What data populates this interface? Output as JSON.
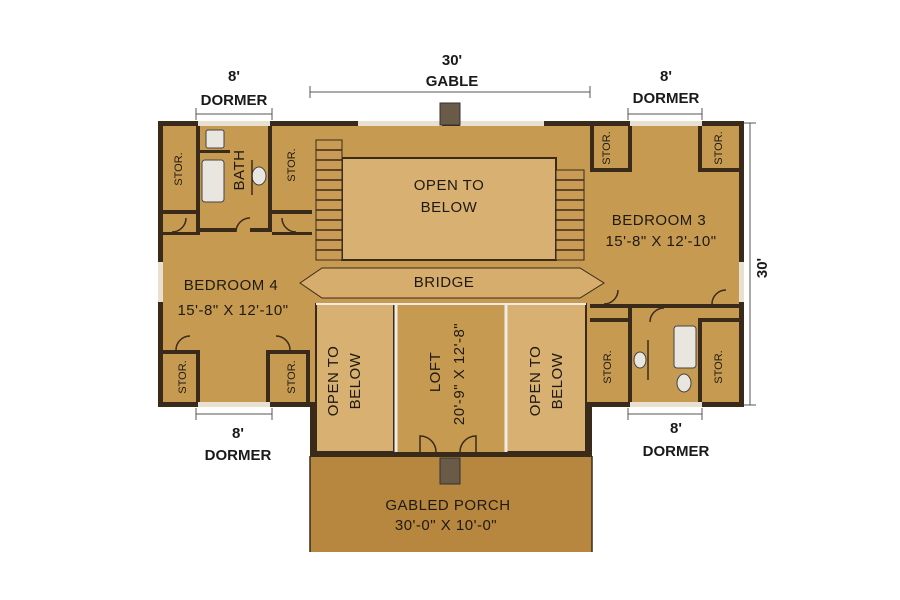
{
  "top_gable": {
    "size": "30'",
    "label": "GABLE"
  },
  "top_left_dormer": {
    "size": "8'",
    "label": "DORMER"
  },
  "top_right_dormer": {
    "size": "8'",
    "label": "DORMER"
  },
  "bottom_left_dormer": {
    "size": "8'",
    "label": "DORMER"
  },
  "bottom_right_dormer": {
    "size": "8'",
    "label": "DORMER"
  },
  "side_dimension": "30'",
  "rooms": {
    "open_top": {
      "line1": "OPEN TO",
      "line2": "BELOW"
    },
    "bridge": "BRIDGE",
    "bedroom3": {
      "name": "BEDROOM 3",
      "size": "15'-8\" X 12'-10\""
    },
    "bedroom4": {
      "name": "BEDROOM 4",
      "size": "15'-8\" X 12'-10\""
    },
    "bath": "BATH",
    "loft": {
      "name": "LOFT",
      "size": "20'-9\" X 12'-8\""
    },
    "open_left": {
      "line1": "OPEN TO",
      "line2": "BELOW"
    },
    "open_right": {
      "line1": "OPEN TO",
      "line2": "BELOW"
    },
    "porch": {
      "name": "GABLED PORCH",
      "size": "30'-0\" X 10'-0\""
    },
    "storage": "STOR."
  },
  "colors": {
    "room": "#c79a52",
    "wall": "#3a2a1a",
    "porch": "#b8873f"
  }
}
